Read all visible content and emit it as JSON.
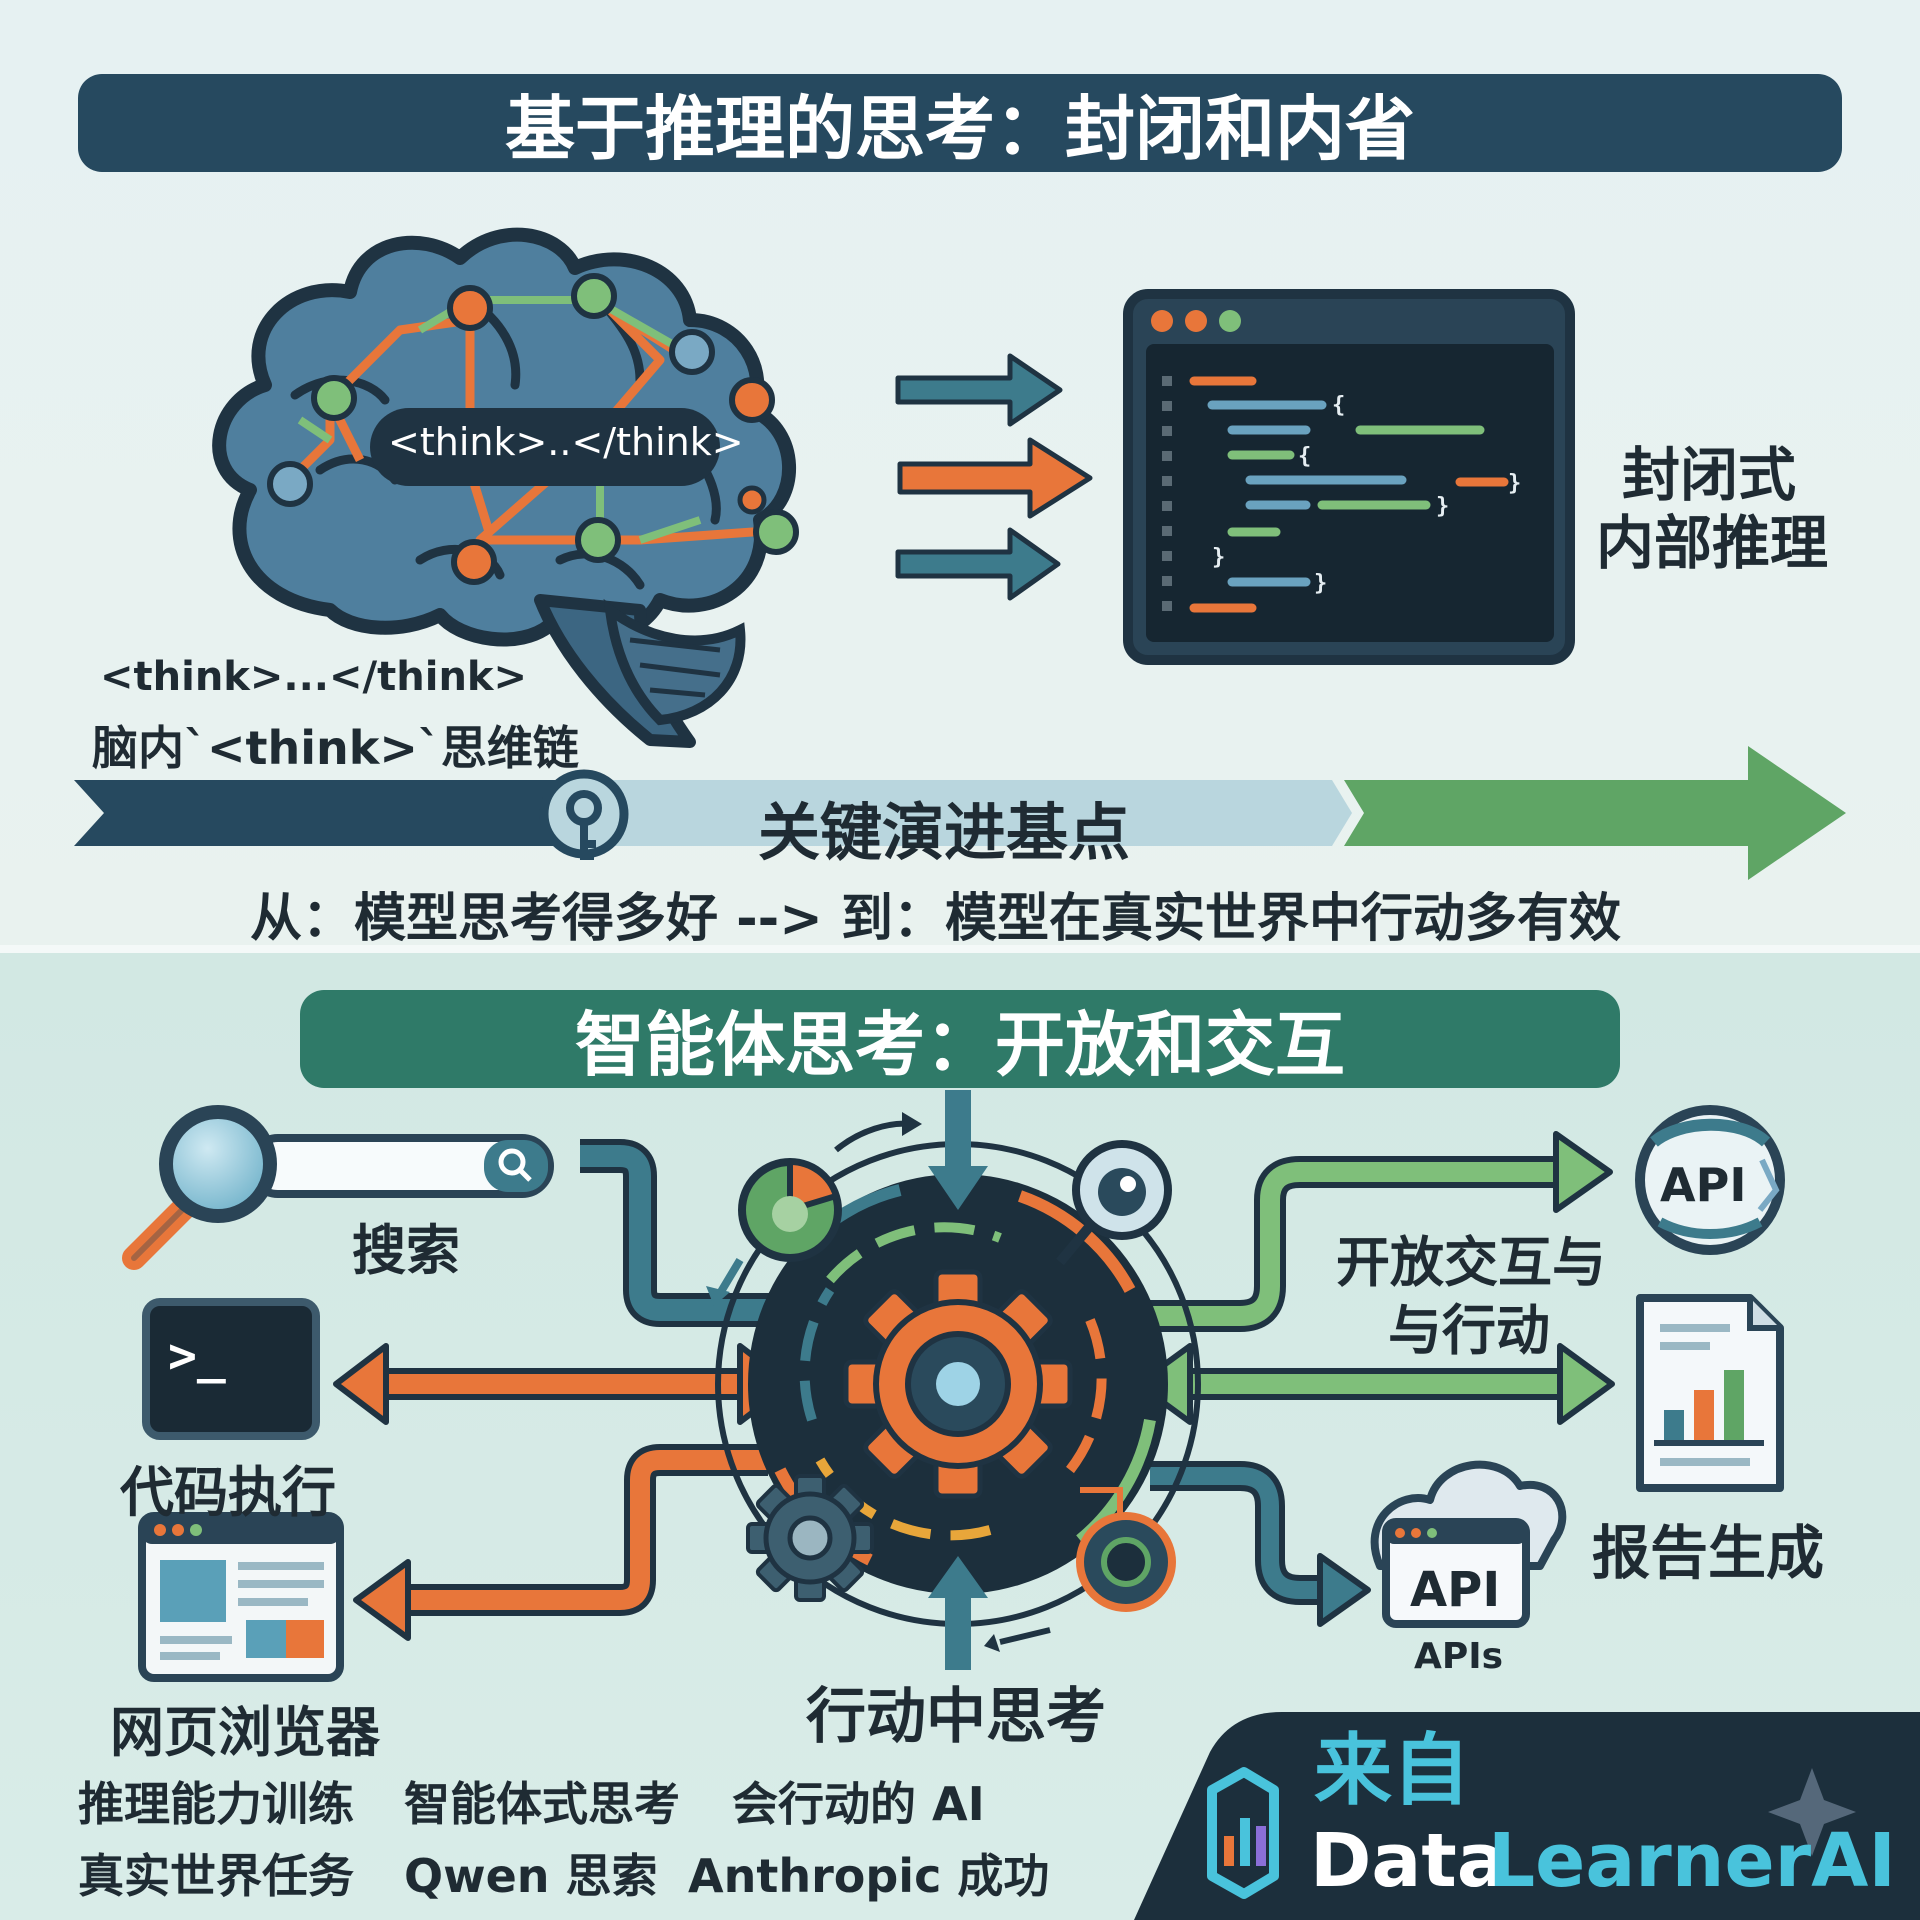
{
  "top": {
    "title": "基于推理的思考：封闭和内省",
    "brain_tag": "<think>..</think>",
    "brain_caption_line1": "<think>...</think>",
    "brain_caption_line2": "脑内`<think>`思维链",
    "closed_line1": "封闭式",
    "closed_line2": "内部推理"
  },
  "milestone": {
    "label": "关键演进基点",
    "from_to": "从：模型思考得多好 --> 到：模型在真实世界中行动多有效"
  },
  "bottom": {
    "title": "智能体思考：开放和交互",
    "search_label": "搜索",
    "code_label": "代码执行",
    "browser_label": "网页浏览器",
    "open_line1": "开放交互与",
    "open_line2": "与行动",
    "report_label": "报告生成",
    "apis_label": "APIs",
    "api_badge_top": "API",
    "api_badge_cloud": "API",
    "terminal_prompt": ">_",
    "center_label": "行动中思考"
  },
  "tags": [
    "推理能力训练",
    "智能体式思考",
    "会行动的 AI",
    "真实世界任务",
    "Qwen 思索",
    "Anthropic 成功"
  ],
  "brand": {
    "from": "来自",
    "name_part1": "Data",
    "name_part2": "LearnerAI"
  },
  "colors": {
    "navy": "#26495f",
    "teal": "#2f7a68",
    "orange": "#e8763a",
    "green": "#5fa565",
    "steel": "#3d7b8c",
    "cyan": "#49c3dc",
    "dark": "#1c2f3c"
  },
  "icons": [
    "brain-icon",
    "code-window-icon",
    "key-icon",
    "magnifier-icon",
    "terminal-icon",
    "browser-icon",
    "gear-icon",
    "eye-icon",
    "pie-chart-icon",
    "globe-api-icon",
    "report-icon",
    "cloud-icon",
    "logo-icon",
    "sparkle-icon"
  ]
}
